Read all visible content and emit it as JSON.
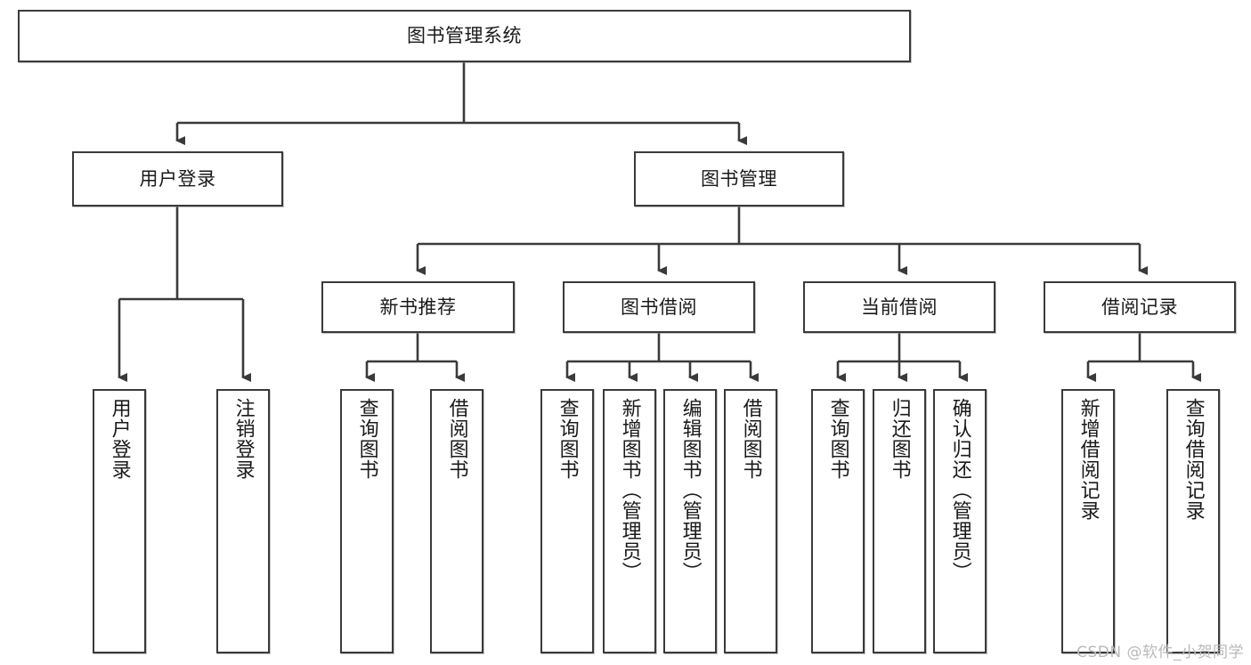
{
  "diagram": {
    "title": "图书管理系统",
    "type": "hierarchy-tree",
    "orientation": "top-down",
    "line_color": "#3a3a3a",
    "box_fill": "#ffffff",
    "text_color": "#1a1a1a"
  },
  "root": {
    "label": "图书管理系统"
  },
  "level2": [
    {
      "label": "用户登录"
    },
    {
      "label": "图书管理"
    }
  ],
  "level3": [
    {
      "label": "新书推荐"
    },
    {
      "label": "图书借阅"
    },
    {
      "label": "当前借阅"
    },
    {
      "label": "借阅记录"
    }
  ],
  "leaves": {
    "user_login": [
      {
        "label": "用户登录"
      },
      {
        "label": "注销登录"
      }
    ],
    "new_book": [
      {
        "label": "查询图书"
      },
      {
        "label": "借阅图书"
      }
    ],
    "book_borrow": [
      {
        "label": "查询图书"
      },
      {
        "label": "新增图书（管理员）"
      },
      {
        "label": "编辑图书（管理员）"
      },
      {
        "label": "借阅图书"
      }
    ],
    "current_borrow": [
      {
        "label": "查询图书"
      },
      {
        "label": "归还图书"
      },
      {
        "label": "确认归还（管理员）"
      }
    ],
    "borrow_record": [
      {
        "label": "新增借阅记录"
      },
      {
        "label": "查询借阅记录"
      }
    ]
  },
  "watermark": {
    "text": "CSDN @软件_小贺同学"
  }
}
